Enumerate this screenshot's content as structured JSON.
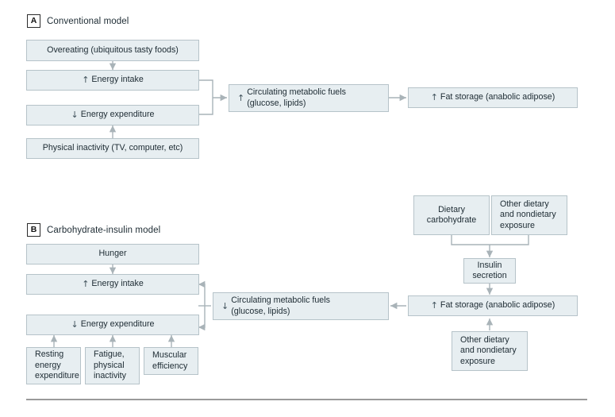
{
  "figure": {
    "panels": [
      {
        "letter": "A",
        "title": "Conventional model",
        "nodes": {
          "overeating": "Overeating (ubiquitous tasty foods)",
          "energy_intake": "Energy intake",
          "energy_intake_arrow": "↑",
          "energy_expenditure": "Energy expenditure",
          "energy_expenditure_arrow": "↓",
          "physical_inactivity": "Physical inactivity (TV, computer, etc)",
          "fuels_line1": "Circulating metabolic fuels",
          "fuels_line2": "(glucose, lipids)",
          "fuels_arrow": "↑",
          "fat_storage": "Fat storage (anabolic adipose)",
          "fat_storage_arrow": "↑"
        }
      },
      {
        "letter": "B",
        "title": "Carbohydrate-insulin model",
        "nodes": {
          "hunger": "Hunger",
          "energy_intake": "Energy intake",
          "energy_intake_arrow": "↑",
          "energy_expenditure": "Energy expenditure",
          "energy_expenditure_arrow": "↓",
          "resting_energy_expenditure": "Resting energy expenditure",
          "fatigue_physical_inactivity": "Fatigue, physical inactivity",
          "muscular_efficiency": "Muscular efficiency",
          "fuels_line1": "Circulating metabolic fuels",
          "fuels_line2": "(glucose, lipids)",
          "fuels_arrow": "↓",
          "fat_storage": "Fat storage (anabolic adipose)",
          "fat_storage_arrow": "↑",
          "dietary_carbohydrate": "Dietary carbohydrate",
          "other_exposure_top": "Other dietary and nondietary exposure",
          "insulin_secretion": "Insulin secretion",
          "other_exposure_bottom": "Other dietary and nondietary exposure"
        }
      }
    ],
    "colors": {
      "box_fill": "#e7eef1",
      "box_border": "#b6c3c9",
      "connector": "#a9b3b8",
      "text": "#1d2b33",
      "rule": "#9a9a9a"
    }
  }
}
